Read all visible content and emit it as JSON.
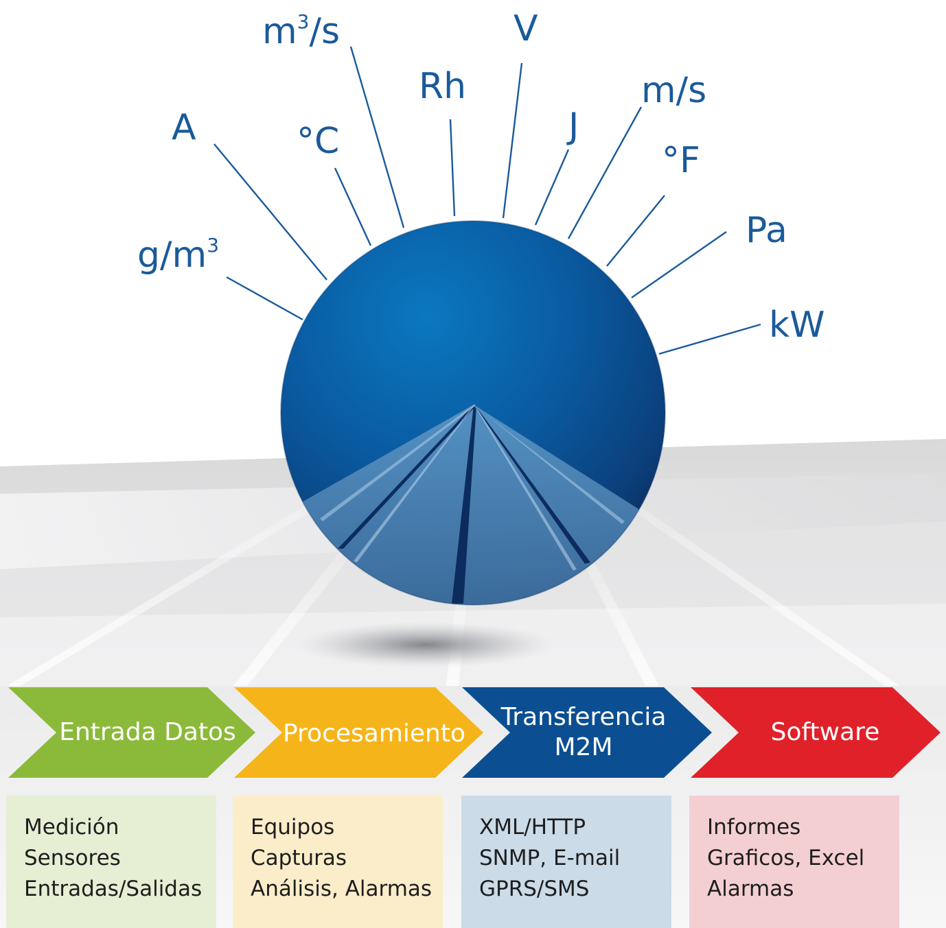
{
  "colors": {
    "line_blue": "#1a5a9a",
    "sphere_blue": "#0a5aa0",
    "step_green": "#8bba3a",
    "step_yellow": "#f5b51a",
    "step_blue": "#0b4f92",
    "step_red": "#e0212a",
    "box_green": "#e6eed3",
    "box_yellow": "#fbedc9",
    "box_blue": "#cbdbe8",
    "box_red": "#f4cfd2"
  },
  "units": [
    {
      "text": "m",
      "sup": "3",
      "tail": "/s"
    },
    {
      "text": "V",
      "sup": "",
      "tail": ""
    },
    {
      "text": "Rh",
      "sup": "",
      "tail": ""
    },
    {
      "text": "m/s",
      "sup": "",
      "tail": ""
    },
    {
      "text": "A",
      "sup": "",
      "tail": ""
    },
    {
      "text": "°C",
      "sup": "",
      "tail": ""
    },
    {
      "text": "J",
      "sup": "",
      "tail": ""
    },
    {
      "text": "°F",
      "sup": "",
      "tail": ""
    },
    {
      "text": "g/m",
      "sup": "3",
      "tail": ""
    },
    {
      "text": "Pa",
      "sup": "",
      "tail": ""
    },
    {
      "text": "kW",
      "sup": "",
      "tail": ""
    }
  ],
  "steps": [
    {
      "label": "Entrada Datos",
      "label2": "",
      "color": "#8bba3a"
    },
    {
      "label": "Procesamiento",
      "label2": "",
      "color": "#f5b51a"
    },
    {
      "label": "Transferencia",
      "label2": "M2M",
      "color": "#0b4f92"
    },
    {
      "label": "Software",
      "label2": "",
      "color": "#e0212a"
    }
  ],
  "boxes": [
    {
      "lines": [
        "Medición",
        "Sensores",
        "Entradas/Salidas"
      ],
      "color": "#e6eed3"
    },
    {
      "lines": [
        "Equipos",
        "Capturas",
        "Análisis, Alarmas"
      ],
      "color": "#fbedc9"
    },
    {
      "lines": [
        "XML/HTTP",
        "SNMP, E-mail",
        "GPRS/SMS"
      ],
      "color": "#cbdbe8"
    },
    {
      "lines": [
        "Informes",
        "Graficos, Excel",
        "Alarmas"
      ],
      "color": "#f4cfd2"
    }
  ]
}
